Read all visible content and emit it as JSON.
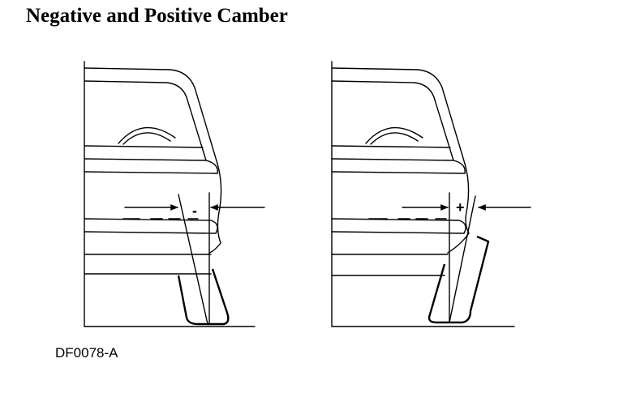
{
  "title": "Negative and Positive Camber",
  "figure_id": "DF0078-A",
  "panels": [
    {
      "name": "negative-camber",
      "sign": "-"
    },
    {
      "name": "positive-camber",
      "sign": "+"
    }
  ]
}
